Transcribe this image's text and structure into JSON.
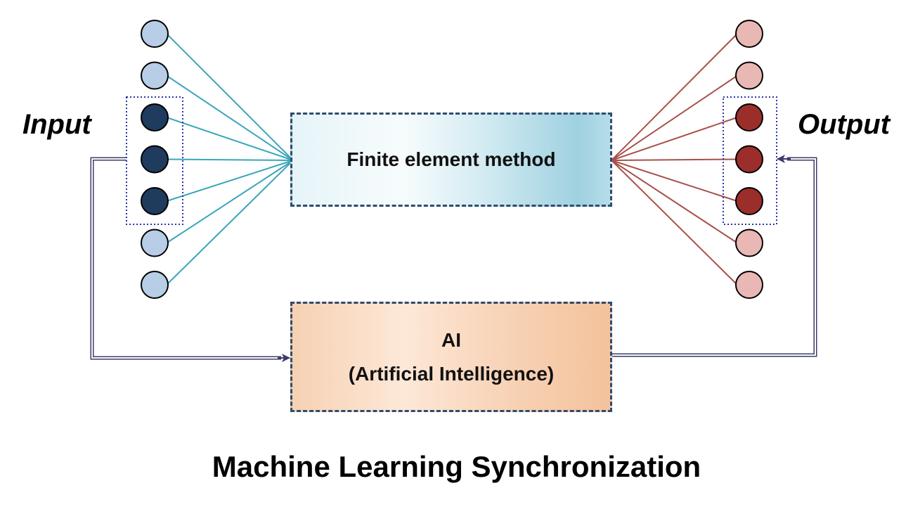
{
  "diagram": {
    "input_label": "Input",
    "output_label": "Output",
    "fem_box": {
      "label": "Finite element method"
    },
    "ai_box": {
      "line1": "AI",
      "line2": "(Artificial Intelligence)"
    },
    "footer_title": "Machine Learning Synchronization",
    "input_nodes": 7,
    "output_nodes": 7,
    "highlighted_nodes": [
      2,
      3,
      4
    ],
    "colors": {
      "input_light": "#b8cde6",
      "input_dark": "#1f3b5e",
      "input_lines": "#3aa6b9",
      "output_light": "#e9b8b4",
      "output_dark": "#9b2e2b",
      "output_lines": "#a8504a",
      "feedback_line": "#3b3b6b",
      "highlight_box": "#2a34a8"
    }
  }
}
